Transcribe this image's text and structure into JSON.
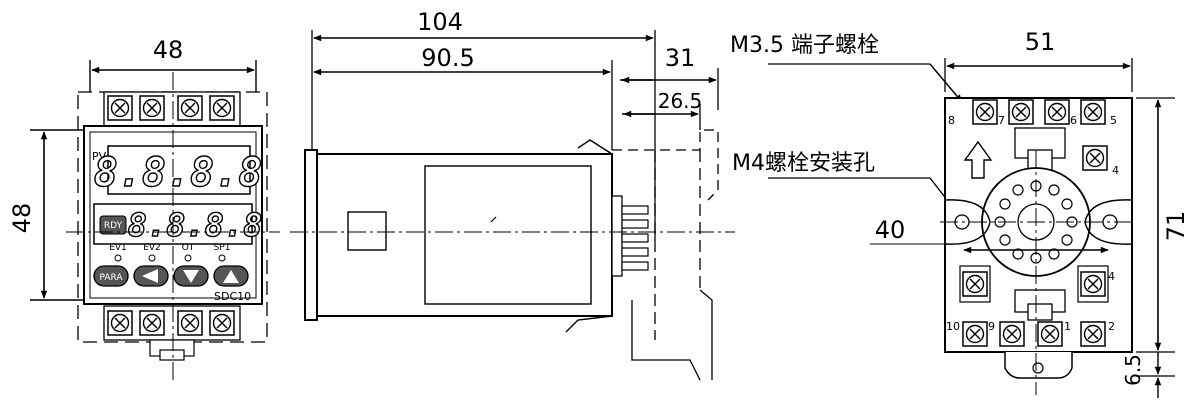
{
  "front_view": {
    "width_dim": "48",
    "height_dim": "48",
    "pv_label": "PV",
    "pv_display": "8.8.8.8",
    "sv_display": "8.8.8.8",
    "rdy_key": "RDY",
    "leds": [
      "EV1",
      "EV2",
      "OT",
      "SP1"
    ],
    "para_key": "PARA",
    "model": "SDC10"
  },
  "side_view": {
    "overall_length": "104",
    "body_length": "90.5",
    "socket_depth": "31",
    "socket_inner": "26.5"
  },
  "socket_view": {
    "width_dim": "51",
    "height_dim": "71",
    "hole_pitch": "40",
    "foot_height": "6.5",
    "terminal_screw_callout": "M3.5 端子螺栓",
    "mount_hole_callout": "M4螺栓安装孔",
    "terminal_numbers_top": [
      "8",
      "7",
      "6",
      "5"
    ],
    "terminal_right_upper": "4",
    "terminal_right_lower": "4",
    "terminal_numbers_bottom": [
      "10",
      "9",
      "1",
      "2"
    ]
  }
}
